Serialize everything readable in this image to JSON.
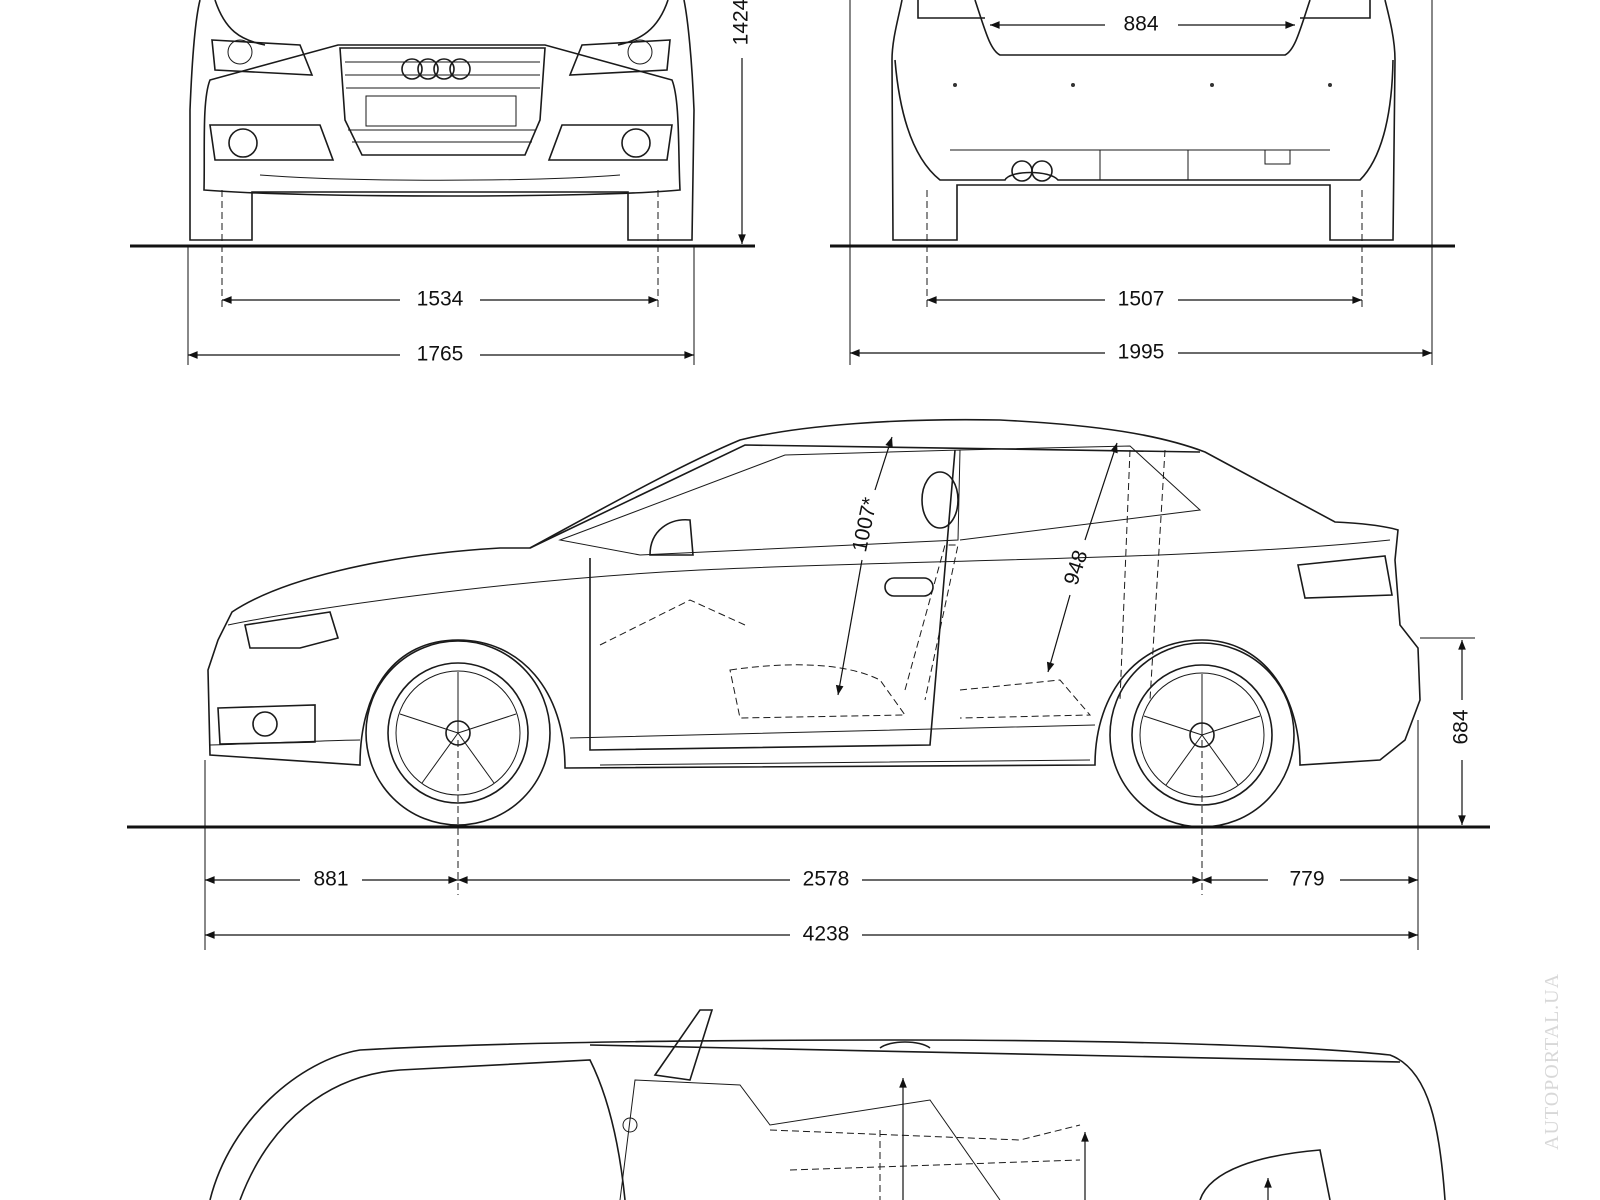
{
  "title": "Audi A3 Cabriolet dimensions",
  "front_view": {
    "height": "1424",
    "track": "1534",
    "width": "1765"
  },
  "rear_view": {
    "trunk_opening": "884",
    "track": "1507",
    "width_with_mirrors": "1995"
  },
  "side_view": {
    "front_headroom": "1007*",
    "rear_headroom": "948",
    "front_overhang": "881",
    "wheelbase": "2578",
    "rear_overhang": "779",
    "length": "4238",
    "loading_height": "684"
  },
  "watermark": "AUTOPORTAL.UA"
}
